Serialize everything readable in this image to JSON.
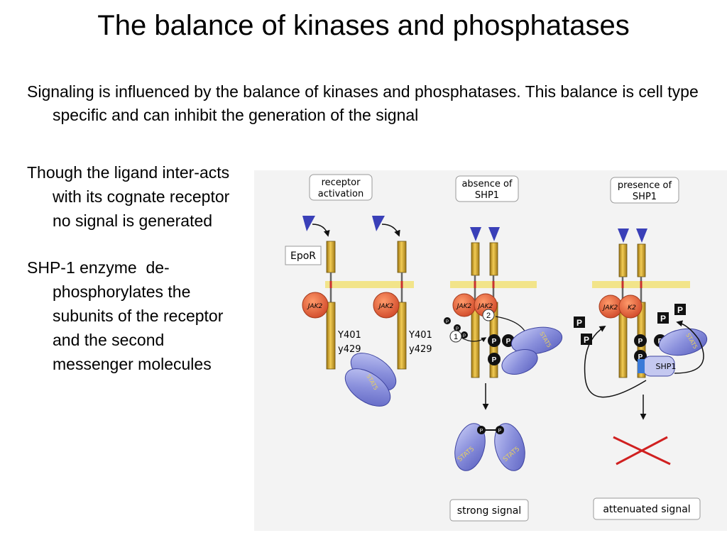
{
  "slide": {
    "title": "The balance of kinases and phosphatases",
    "intro": "Signaling is influenced by the balance of kinases and phosphatases. This balance is cell type specific and can inhibit the generation of the signal",
    "bullets": [
      "Though the ligand inter-acts with its cognate receptor no signal is generated",
      "SHP-1 enzyme  de-phosphorylates the subunits of the receptor and the second messenger molecules"
    ]
  },
  "figure": {
    "panels": [
      {
        "label_line1": "receptor",
        "label_line2": "activation"
      },
      {
        "label_line1": "absence of",
        "label_line2": "SHP1"
      },
      {
        "label_line1": "presence of",
        "label_line2": "SHP1"
      }
    ],
    "epor_label": "EpoR",
    "jak_label": "JAK2",
    "jak_label_short": "K2",
    "y401_label": "Y401",
    "y429_label": "y429",
    "stat_label": "STAT5",
    "shp_label": "SHP1",
    "p_label": "P",
    "step1": "1",
    "step2": "2",
    "strong_signal": "strong signal",
    "attenuated_signal": "attenuated signal",
    "colors": {
      "receptor": "#d9a52a",
      "jak": "#e8663c",
      "stat": "#7e86d8",
      "membrane": "#f2e48a",
      "ligand": "#3a40b8",
      "cross": "#d02020"
    }
  }
}
